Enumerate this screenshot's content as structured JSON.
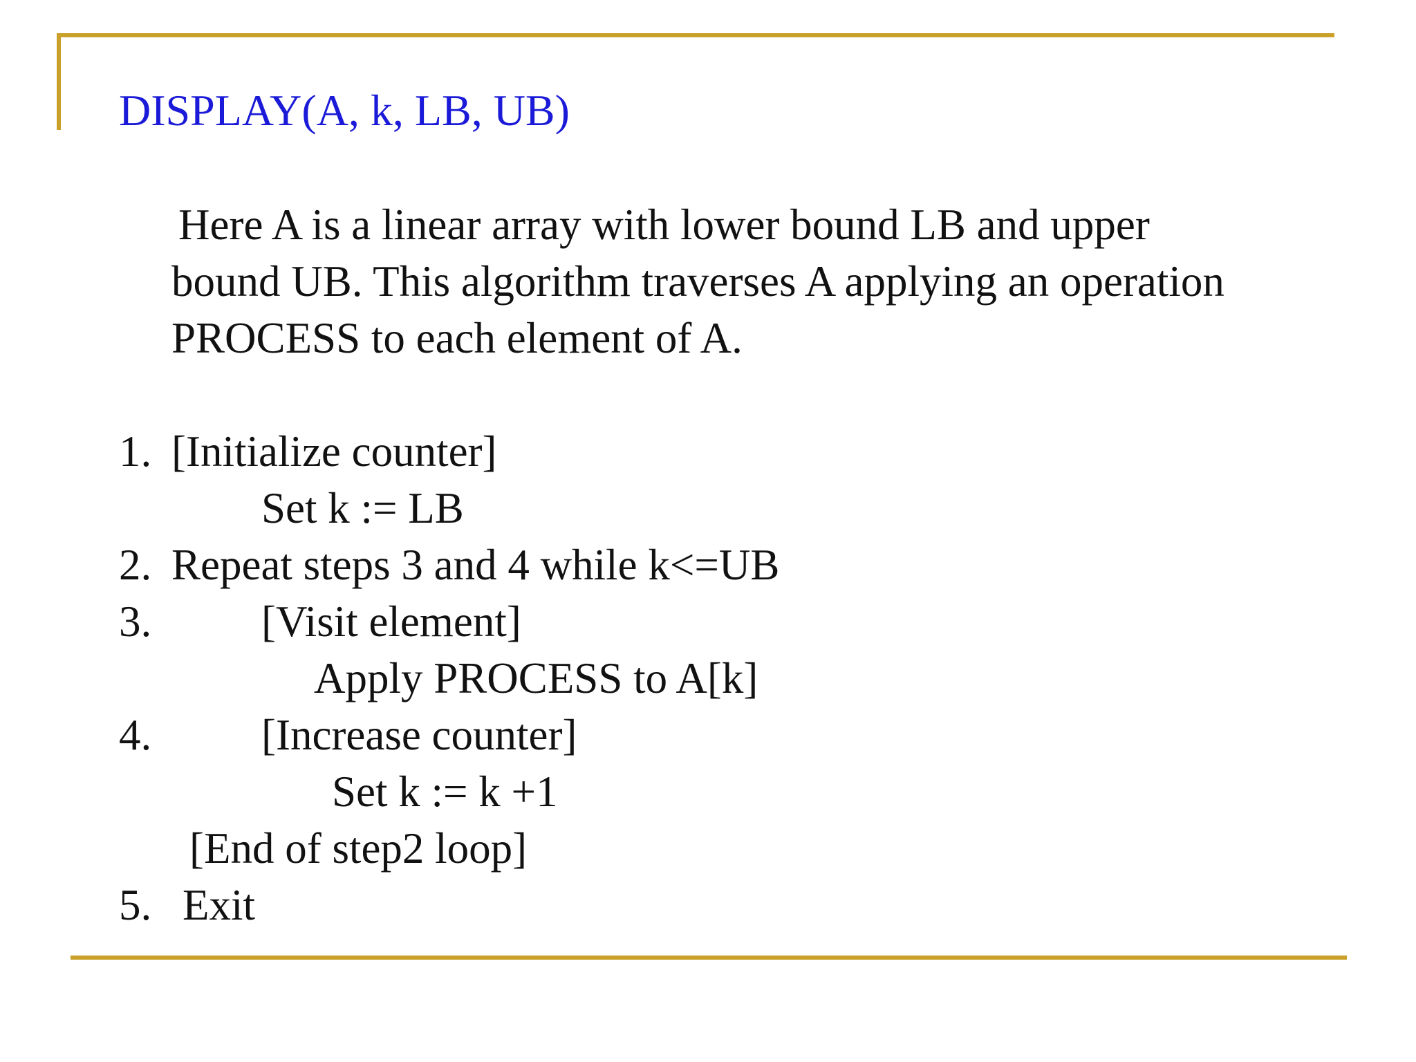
{
  "slide": {
    "title": "DISPLAY(A, k, LB, UB)",
    "description_lines": [
      "Here A is a linear array with lower bound LB and upper",
      "bound UB. This algorithm traverses A applying an operation",
      "PROCESS to each element of A."
    ],
    "steps": [
      {
        "number": "1.",
        "text": "[Initialize counter]"
      },
      {
        "number": "",
        "text": "Set k := LB"
      },
      {
        "number": "2.",
        "text": "Repeat steps 3 and 4 while k<=UB"
      },
      {
        "number": "3.",
        "text": "[Visit element]"
      },
      {
        "number": "",
        "text": "Apply PROCESS to A[k]"
      },
      {
        "number": "4.",
        "text": "[Increase counter]"
      },
      {
        "number": "",
        "text": "Set k := k +1"
      },
      {
        "number": "",
        "text": "[End of step2 loop]"
      },
      {
        "number": "5.",
        "text": "Exit"
      }
    ]
  },
  "colors": {
    "title": "#1a1ad8",
    "body_text": "#111111",
    "accent_rule": "#c9a02a",
    "background": "#ffffff"
  }
}
